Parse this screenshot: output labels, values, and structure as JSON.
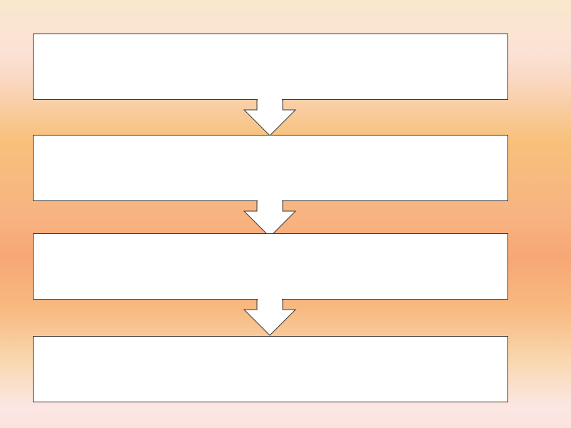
{
  "flowchart": {
    "steps": [
      {
        "label": ""
      },
      {
        "label": ""
      },
      {
        "label": ""
      },
      {
        "label": ""
      }
    ],
    "arrows": [
      {
        "direction": "down"
      },
      {
        "direction": "down"
      },
      {
        "direction": "down"
      }
    ],
    "colors": {
      "box_fill": "#ffffff",
      "box_border": "#3a3a3a",
      "arrow_fill": "#ffffff",
      "arrow_stroke": "#3a3a3a"
    }
  }
}
